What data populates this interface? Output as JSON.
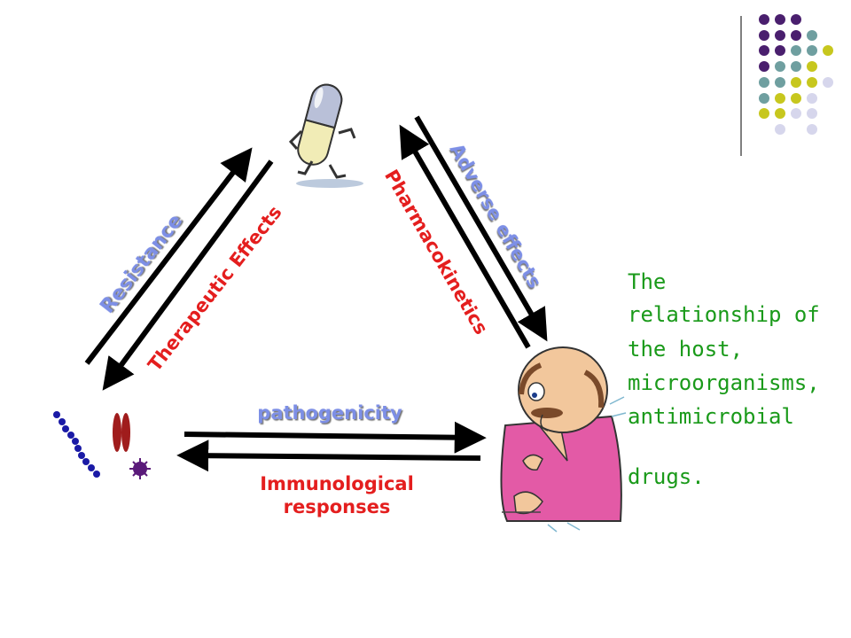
{
  "labels": {
    "resistance": "Resistance",
    "therapeutic": "Therapeutic Effects",
    "adverse": "Adverse effects",
    "pharmacokinetics": "Pharmacokinetics",
    "pathogenicity": "pathogenicity",
    "immunological_line1": "Immunological",
    "immunological_line2": "responses"
  },
  "caption": {
    "lines": [
      "The",
      "relationship of",
      "the host,",
      "microorganisms,",
      "antimicrobial",
      "drugs."
    ]
  },
  "colors": {
    "red_label": "#e41e1e",
    "blue_label": "#7d8fe6",
    "caption_text": "#1a9a1a",
    "arrow": "#000000",
    "dot_purple": "#4a1f6e",
    "dot_teal": "#6f9fa0",
    "dot_olive": "#c7c71e",
    "dot_lavender": "#d6d6ec"
  },
  "icons": {
    "drug": "capsule-character-icon",
    "microbes": "microorganisms-icon",
    "host": "elderly-man-host-icon",
    "decor": "dot-grid-decoration"
  }
}
